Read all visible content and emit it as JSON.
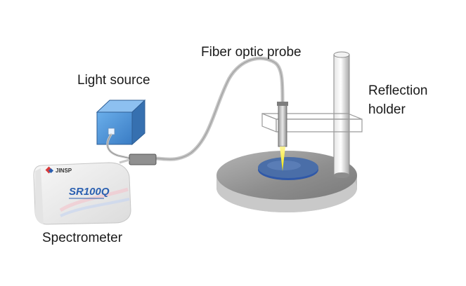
{
  "labels": {
    "fiber_optic_probe": "Fiber optic probe",
    "light_source": "Light source",
    "reflection_holder_line1": "Reflection",
    "reflection_holder_line2": "holder",
    "spectrometer": "Spectrometer"
  },
  "device": {
    "brand": "JINSP",
    "model": "SR100Q"
  },
  "colors": {
    "light_source_box": "#4a90d6",
    "probe_tip": "#f2e600",
    "sample_disc": "#3d5a8a",
    "base": "#9a9a9a",
    "model_text": "#2a5fb0"
  },
  "icons": [
    "jinsp-logo-icon"
  ]
}
